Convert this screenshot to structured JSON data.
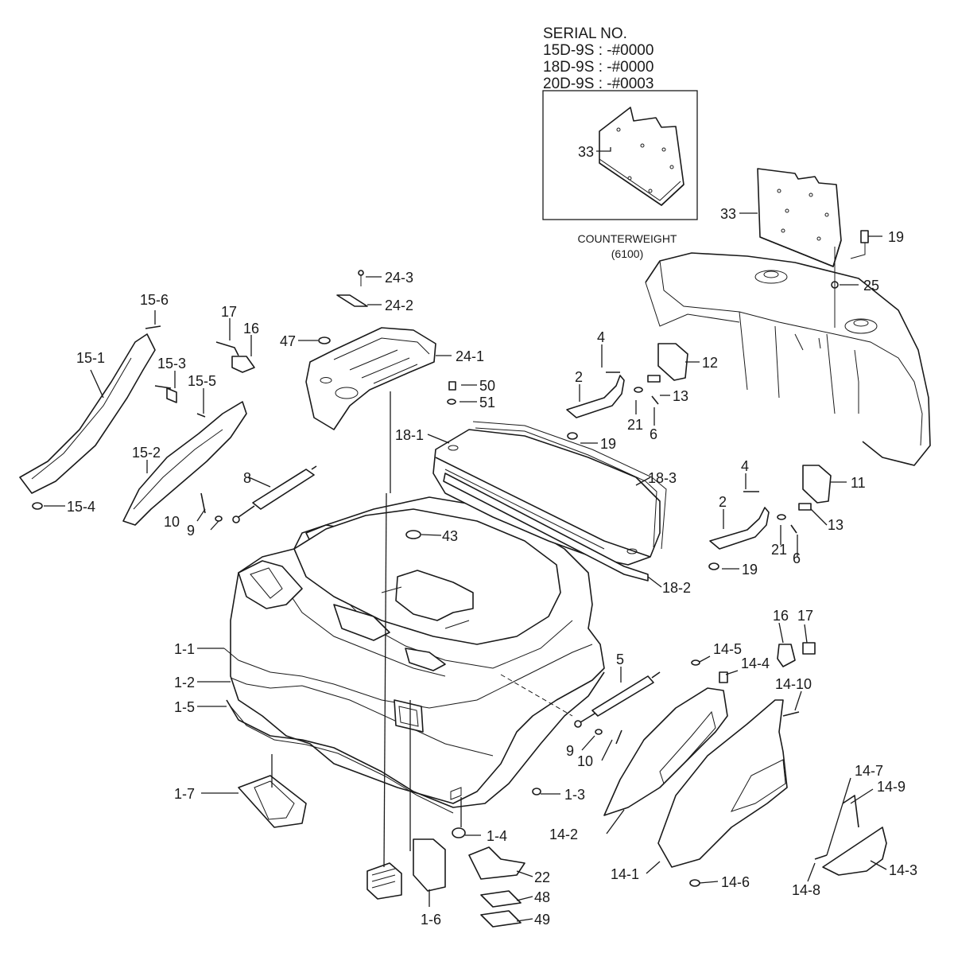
{
  "serial": {
    "title": "SERIAL NO.",
    "lines": [
      "15D-9S : -#0000",
      "18D-9S : -#0000",
      "20D-9S : -#0003"
    ]
  },
  "counterweight": {
    "title": "COUNTERWEIGHT",
    "code": "(6100)"
  },
  "callouts": [
    "33",
    "33",
    "19",
    "25",
    "24-3",
    "24-2",
    "47",
    "24-1",
    "50",
    "51",
    "4",
    "12",
    "2",
    "13",
    "21",
    "6",
    "19",
    "18-1",
    "18-3",
    "4",
    "11",
    "2",
    "13",
    "21",
    "6",
    "19",
    "18-2",
    "43",
    "15-6",
    "17",
    "16",
    "15-1",
    "15-3",
    "15-5",
    "15-2",
    "15-4",
    "8",
    "10",
    "9",
    "1-1",
    "1-2",
    "1-5",
    "1-7",
    "5",
    "9",
    "10",
    "1-3",
    "1-4",
    "22",
    "48",
    "49",
    "1-6",
    "16",
    "17",
    "14-5",
    "14-4",
    "14-10",
    "14-7",
    "14-9",
    "14-2",
    "14-1",
    "14-6",
    "14-8",
    "14-3"
  ]
}
